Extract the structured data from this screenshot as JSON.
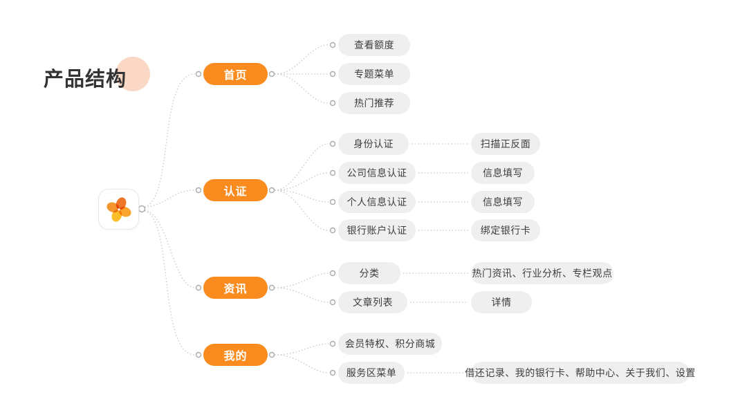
{
  "title": "产品结构",
  "colors": {
    "accent_orange": "#FA8B1E",
    "sub_node_bg": "#EFEFEF",
    "sub_node_text": "#3D3D3D",
    "connector_line": "#C9C9C9",
    "connector_dot_stroke": "#ABABAB",
    "title_accent_circle": "#FBD8C5",
    "title_text": "#333333",
    "background": "#FFFFFF"
  },
  "root": {
    "icon": "pinwheel-flower-icon"
  },
  "branches": [
    {
      "label": "首页",
      "children": [
        {
          "label": "查看额度"
        },
        {
          "label": "专题菜单"
        },
        {
          "label": "热门推荐"
        }
      ]
    },
    {
      "label": "认证",
      "children": [
        {
          "label": "身份认证",
          "children": [
            {
              "label": "扫描正反面"
            }
          ]
        },
        {
          "label": "公司信息认证",
          "children": [
            {
              "label": "信息填写"
            }
          ]
        },
        {
          "label": "个人信息认证",
          "children": [
            {
              "label": "信息填写"
            }
          ]
        },
        {
          "label": "银行账户认证",
          "children": [
            {
              "label": "绑定银行卡"
            }
          ]
        }
      ]
    },
    {
      "label": "资讯",
      "children": [
        {
          "label": "分类",
          "children": [
            {
              "label": "热门资讯、行业分析、专栏观点"
            }
          ]
        },
        {
          "label": "文章列表",
          "children": [
            {
              "label": "详情"
            }
          ]
        }
      ]
    },
    {
      "label": "我的",
      "children": [
        {
          "label": "会员特权、积分商城"
        },
        {
          "label": "服务区菜单",
          "children": [
            {
              "label": "借还记录、我的银行卡、帮助中心、关于我们、设置"
            }
          ]
        }
      ]
    }
  ]
}
